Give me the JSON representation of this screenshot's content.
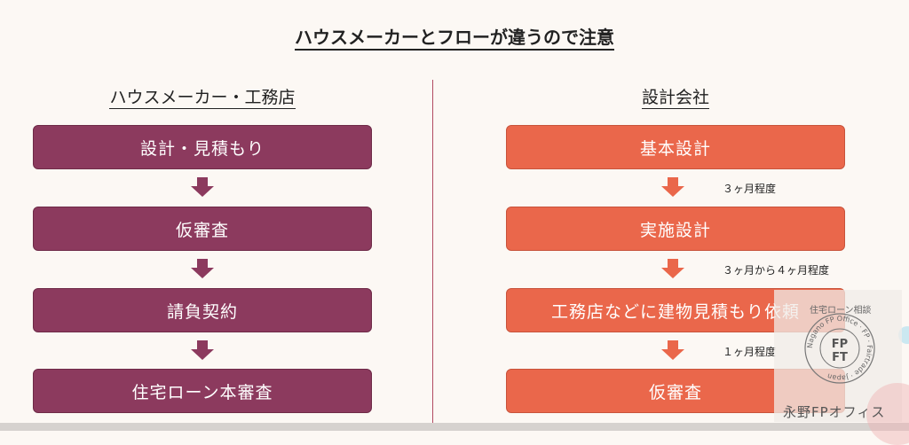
{
  "title": "ハウスメーカーとフローが違うので注意",
  "left_column": {
    "heading": "ハウスメーカー・工務店",
    "steps": [
      "設計・見積もり",
      "仮審査",
      "請負契約",
      "住宅ローン本審査"
    ]
  },
  "right_column": {
    "heading": "設計会社",
    "steps": [
      "基本設計",
      "実施設計",
      "工務店などに建物見積もり依頼",
      "仮審査"
    ],
    "durations": [
      "３ヶ月程度",
      "３ヶ月から４ヶ月程度",
      "１ヶ月程度"
    ]
  },
  "watermark": {
    "caption": "住宅ローン相談",
    "seal_text": "FP FT",
    "seal_ring_text": "Nagano FP Office · FP · Fairtrade · Japan",
    "brand": "永野FPオフィス"
  },
  "colors": {
    "left_box": "#8c3a5e",
    "right_box": "#ea674b",
    "left_arrow": "#8c3a5e",
    "right_arrow": "#ea674b",
    "divider": "#b24a62",
    "background": "#fcf8f4"
  }
}
